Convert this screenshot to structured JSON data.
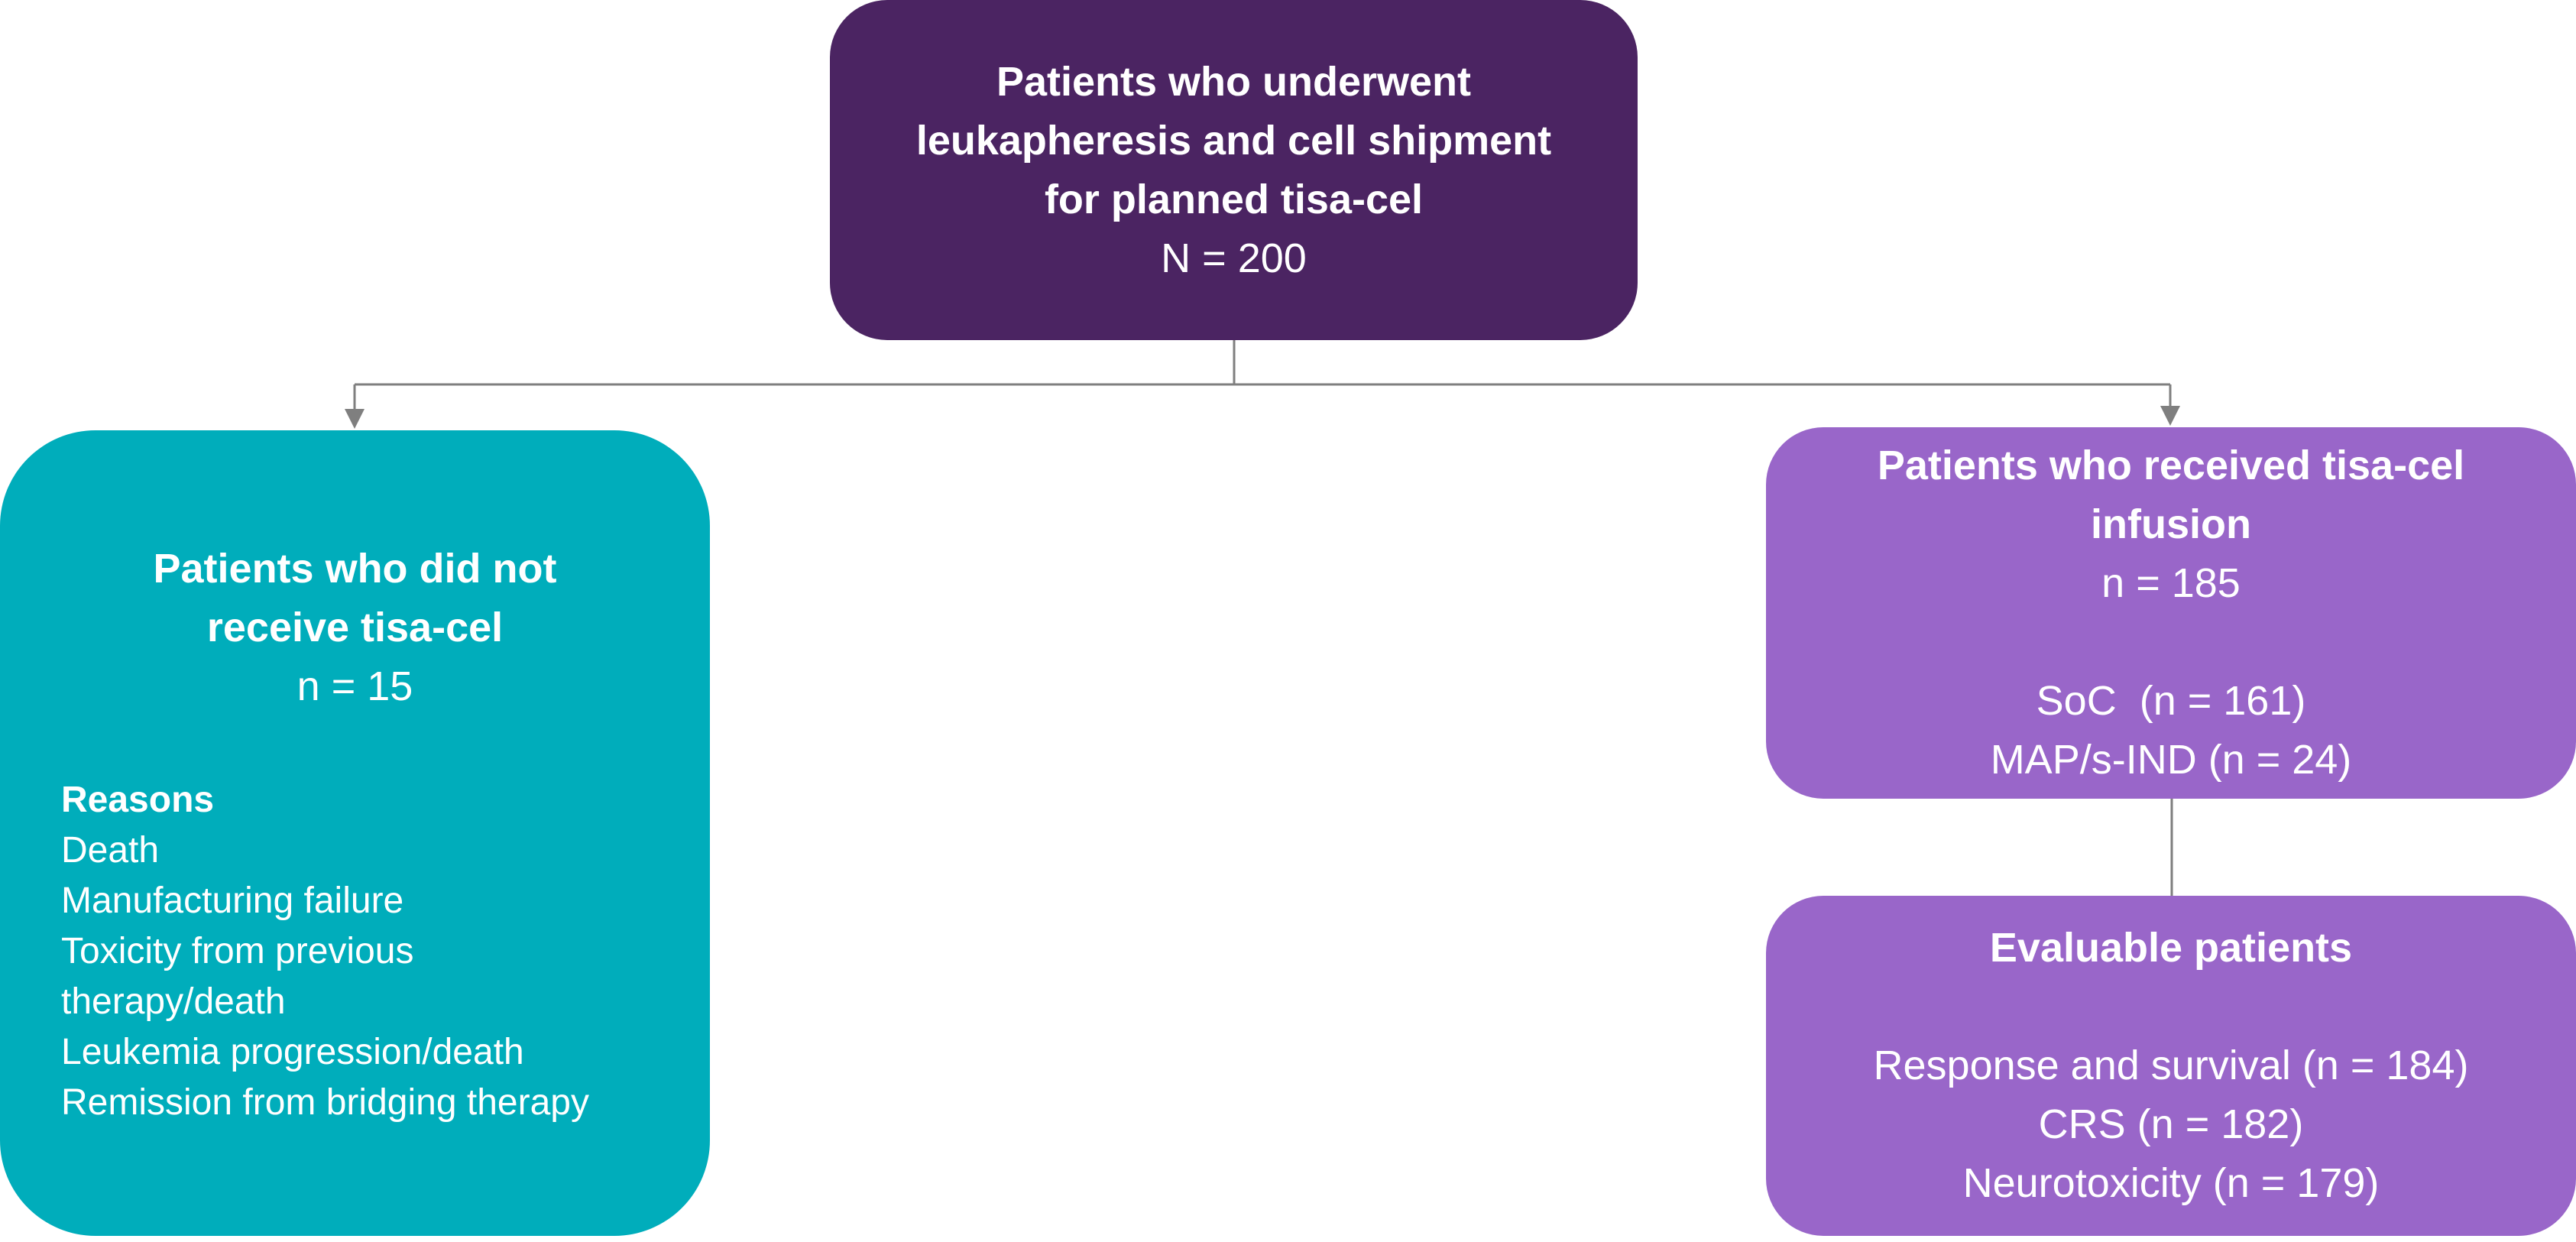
{
  "boxes": {
    "enrolled": {
      "title": [
        "Patients who underwent",
        "leukapheresis and cell shipment",
        "for planned tisa-cel"
      ],
      "count": "N = 200",
      "color": "#4b2462"
    },
    "not_received": {
      "title": [
        "Patients who did not",
        "receive tisa-cel"
      ],
      "count": "n = 15",
      "reasons_heading": "Reasons",
      "reasons": [
        [
          "Death"
        ],
        [
          "Manufacturing failure"
        ],
        [
          "Toxicity from previous",
          "therapy/death"
        ],
        [
          "Leukemia progression/death"
        ],
        [
          "Remission from bridging therapy"
        ]
      ],
      "color": "#00adbb"
    },
    "received": {
      "title": [
        "Patients who received tisa-cel",
        "infusion"
      ],
      "count": "n = 185",
      "subgroups": [
        "SoC  (n = 161)",
        "MAP/s-IND (n = 24)"
      ],
      "color": "#9966c9"
    },
    "evaluable": {
      "title": [
        "Evaluable patients"
      ],
      "populations": [
        "Response and survival (n = 184)",
        "CRS (n = 182)",
        "Neurotoxicity (n = 179)"
      ],
      "color": "#9966c9"
    }
  },
  "connector_color": "#7f7f7f",
  "text_color": "#ffffff"
}
